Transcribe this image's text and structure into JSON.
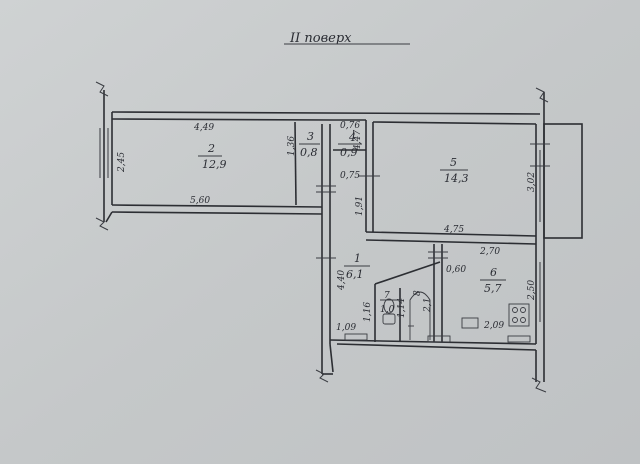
{
  "title": "II поверх",
  "rooms": [
    {
      "id": "2",
      "area": "12,9"
    },
    {
      "id": "3",
      "area": "0,8"
    },
    {
      "id": "4",
      "area": "0,9"
    },
    {
      "id": "5",
      "area": "14,3"
    },
    {
      "id": "1",
      "area": "6,1"
    },
    {
      "id": "7",
      "area": "1,0"
    },
    {
      "id": "8",
      "area": "2,1"
    },
    {
      "id": "6",
      "area": "5,7"
    }
  ],
  "dimensions": {
    "room2_top": "4,49",
    "room2_bottom": "5,60",
    "room2_height": "2,45",
    "room3_width": "1,36",
    "room4_top": "0,76",
    "room4_width": "4,47",
    "corridor_width": "0,75",
    "corridor_height": "1,91",
    "room5_bottom": "4,75",
    "room5_height": "3,02",
    "room6_top": "2,70",
    "room6_height": "2,50",
    "room6_bottom": "2,09",
    "bath_width": "0,60",
    "room1_height": "4,40",
    "room1_bottom": "1,09",
    "toilet_height": "1,16",
    "bath_height": "1,14"
  }
}
